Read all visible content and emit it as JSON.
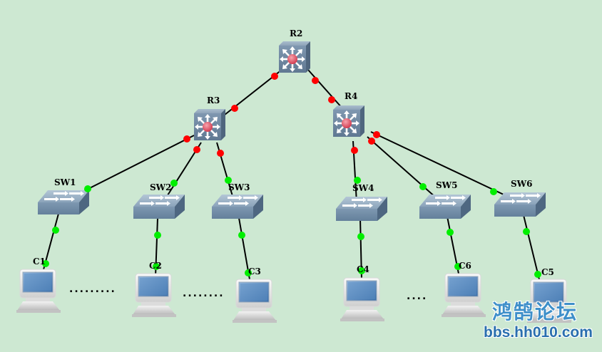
{
  "diagram": {
    "type": "network-topology",
    "background_color": "#cde8d2",
    "link_dot_colors": {
      "router_side": "#ff0000",
      "switch_side": "#00e000"
    },
    "routers": [
      {
        "id": "R2",
        "label": "R2"
      },
      {
        "id": "R3",
        "label": "R3"
      },
      {
        "id": "R4",
        "label": "R4"
      }
    ],
    "switches": [
      {
        "id": "SW1",
        "label": "SW1"
      },
      {
        "id": "SW2",
        "label": "SW2"
      },
      {
        "id": "SW3",
        "label": "SW3"
      },
      {
        "id": "SW4",
        "label": "SW4"
      },
      {
        "id": "SW5",
        "label": "SW5"
      },
      {
        "id": "SW6",
        "label": "SW6"
      }
    ],
    "pcs": [
      {
        "id": "C1",
        "label": "C1"
      },
      {
        "id": "C2",
        "label": "C2"
      },
      {
        "id": "C3",
        "label": "C3"
      },
      {
        "id": "C4",
        "label": "C4"
      },
      {
        "id": "C6",
        "label": "C6"
      },
      {
        "id": "C5",
        "label": "C5"
      }
    ],
    "links": [
      [
        "R2",
        "R3"
      ],
      [
        "R2",
        "R4"
      ],
      [
        "R3",
        "SW1"
      ],
      [
        "R3",
        "SW2"
      ],
      [
        "R3",
        "SW3"
      ],
      [
        "R4",
        "SW4"
      ],
      [
        "R4",
        "SW5"
      ],
      [
        "R4",
        "SW6"
      ],
      [
        "SW1",
        "C1"
      ],
      [
        "SW2",
        "C2"
      ],
      [
        "SW3",
        "C3"
      ],
      [
        "SW4",
        "C4"
      ],
      [
        "SW5",
        "C6"
      ],
      [
        "SW6",
        "C5"
      ]
    ],
    "ellipses": [
      {
        "id": "dots-1",
        "text": "........."
      },
      {
        "id": "dots-2",
        "text": "........"
      },
      {
        "id": "dots-3",
        "text": "...."
      }
    ]
  },
  "watermark": {
    "title": "鸿鹄论坛",
    "url": "bbs.hh010.com"
  }
}
